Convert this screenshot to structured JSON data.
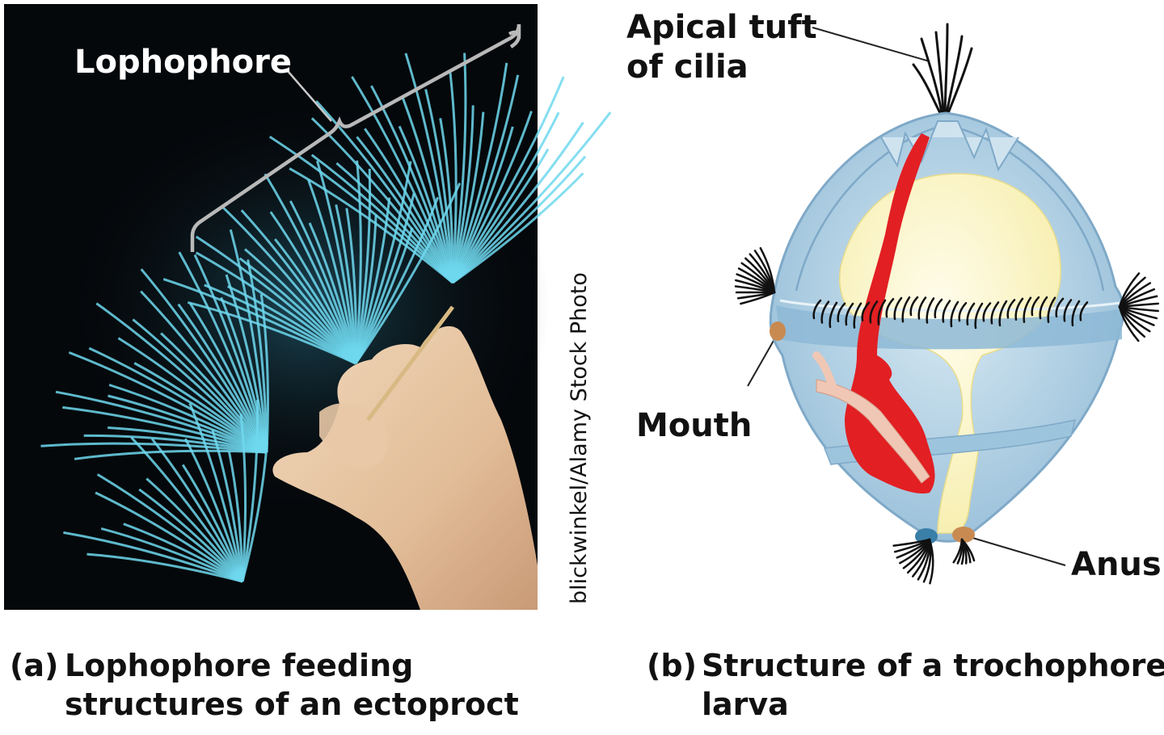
{
  "panel_a": {
    "label_lophophore": "Lophophore",
    "credit": "blickwinkel/Alamy Stock Photo",
    "caption_tag": "(a)",
    "caption_line1": "Lophophore feeding",
    "caption_line2": "structures of an ectoproct"
  },
  "panel_b": {
    "label_apical_line1": "Apical tuft",
    "label_apical_line2": "of cilia",
    "label_mouth": "Mouth",
    "label_anus": "Anus",
    "caption_tag": "(b)",
    "caption_line1": "Structure of a trochophore",
    "caption_line2": "larva"
  },
  "colors": {
    "photo_background": "#05080b",
    "tentacle": "#6fd8ee",
    "body_tissue": "#e8c8a6",
    "larva_body": "#a9cde3",
    "yolk": "#fdf8c8",
    "gut_red": "#e21f23",
    "cilia": "#111111"
  }
}
